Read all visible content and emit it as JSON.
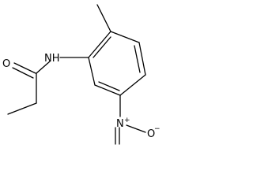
{
  "structure": {
    "atoms": {
      "nh": "NH",
      "carbonyl_o": "O",
      "nitro_n": "N",
      "nitro_n_charge": "+",
      "nitro_o": "O",
      "nitro_o_charge": "−"
    },
    "colors": {
      "ink": "#000000",
      "background": "#ffffff"
    }
  }
}
